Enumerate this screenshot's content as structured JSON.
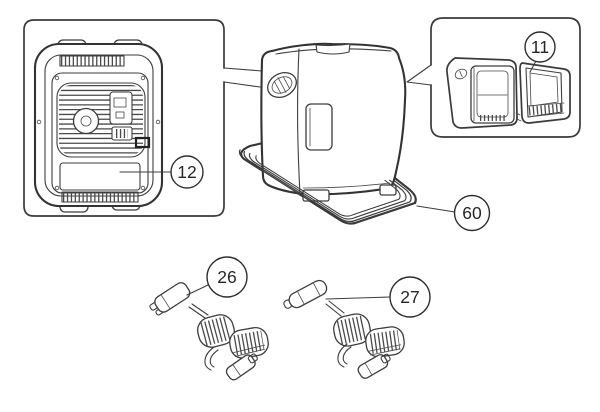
{
  "diagram": {
    "kind": "exploded-parts-diagram",
    "background_color": "#ffffff",
    "line_color": "#3d3d3d",
    "callout_text_color": "#262626",
    "callouts": {
      "c11": {
        "label": "11",
        "points_to": "open-door-assembly"
      },
      "c12": {
        "label": "12",
        "points_to": "back-panel"
      },
      "c60": {
        "label": "60",
        "points_to": "base-tray"
      },
      "c26": {
        "label": "26",
        "points_to": "power-cord-left"
      },
      "c27": {
        "label": "27",
        "points_to": "power-cord-right"
      }
    }
  }
}
